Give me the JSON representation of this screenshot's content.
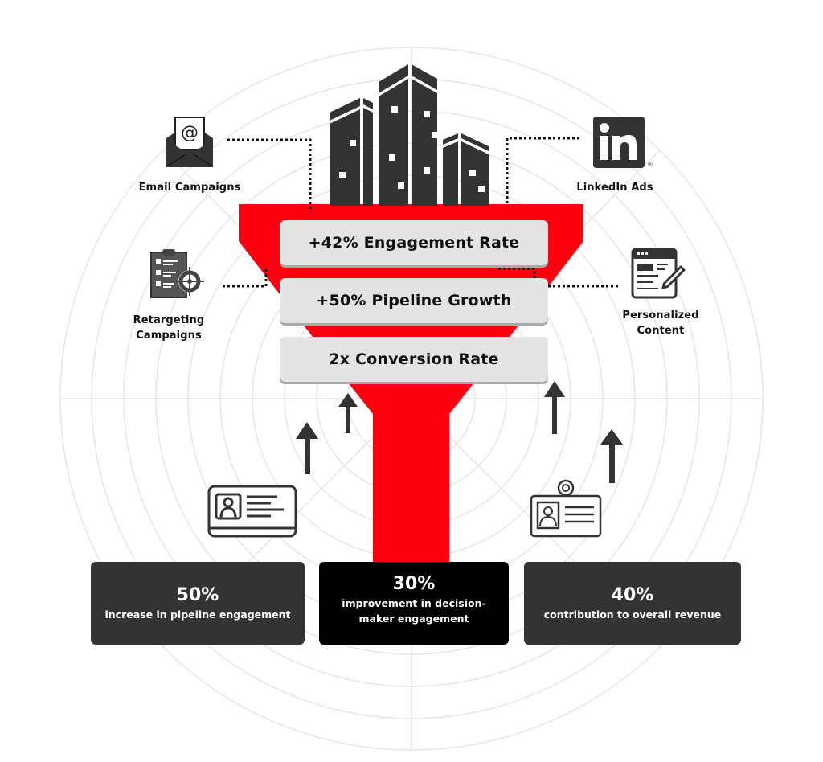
{
  "colors": {
    "funnel_red": "#ff0010",
    "dark": "#333333",
    "black": "#000000",
    "card_bg": "#e4e4e4",
    "grid": "#e6e6e6"
  },
  "channels": {
    "email": {
      "label": "Email Campaigns",
      "icon": "envelope-at-icon"
    },
    "linkedin": {
      "label": "LinkedIn Ads",
      "icon": "linkedin-icon",
      "registered": "®"
    },
    "retargeting": {
      "label_line1": "Retargeting",
      "label_line2": "Campaigns",
      "icon": "clipboard-target-icon"
    },
    "personalized": {
      "label_line1": "Personalized",
      "label_line2": "Content",
      "icon": "webpage-pencil-icon"
    }
  },
  "funnel": {
    "top_icon": "buildings-icon",
    "results": [
      {
        "label": "+42% Engagement Rate"
      },
      {
        "label": "+50% Pipeline Growth"
      },
      {
        "label": "2x Conversion Rate"
      }
    ]
  },
  "inputs": {
    "left_icon": "id-card-icon",
    "right_icon": "id-badge-icon",
    "arrows": "arrow-up-icon"
  },
  "stats": [
    {
      "value": "50%",
      "description": "increase in pipeline engagement"
    },
    {
      "value": "30%",
      "description_line1": "improvement in decision-",
      "description_line2": "maker engagement"
    },
    {
      "value": "40%",
      "description": "contribution to overall revenue"
    }
  ]
}
